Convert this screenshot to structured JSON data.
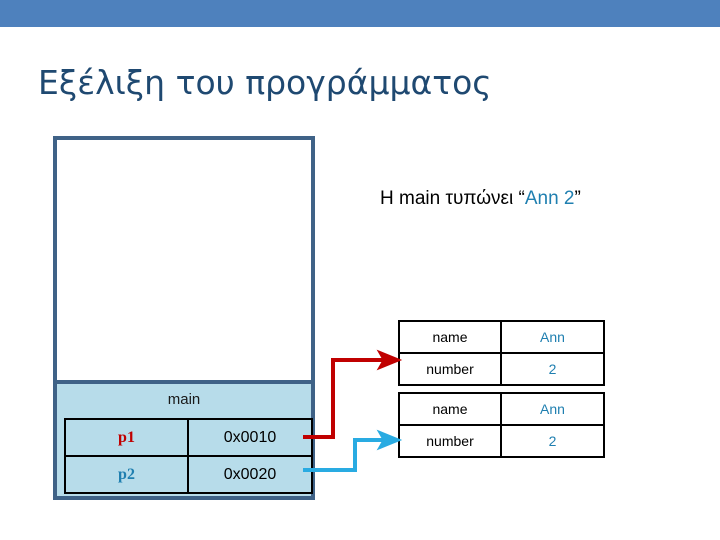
{
  "slide": {
    "title": "Εξέλιξη του προγράμματος",
    "caption_prefix": "Η main τυπώνει “",
    "caption_highlight": "Ann 2",
    "caption_suffix": "”",
    "banner_color": "#4e81bd",
    "title_color": "#1f4971",
    "highlight_color": "#1f7fb0"
  },
  "stack": {
    "frame_label": "main",
    "frame_fill": "#b7dcea",
    "frame_border": "#3f6287",
    "variables": [
      {
        "name": "p1",
        "value": "0x0010",
        "color": "#c00000"
      },
      {
        "name": "p2",
        "value": "0x0020",
        "color": "#1f7fb0"
      }
    ]
  },
  "heap": {
    "objects": [
      {
        "id": "heap-object-1",
        "fields": [
          {
            "key": "name",
            "value": "Ann"
          },
          {
            "key": "number",
            "value": "2"
          }
        ]
      },
      {
        "id": "heap-object-2",
        "fields": [
          {
            "key": "name",
            "value": "Ann"
          },
          {
            "key": "number",
            "value": "2"
          }
        ]
      }
    ]
  },
  "arrows": [
    {
      "name": "pointer-arrow-p1",
      "color": "#c00000",
      "from": "p1",
      "to": "heap-object-1"
    },
    {
      "name": "pointer-arrow-p2",
      "color": "#29abe2",
      "from": "p2",
      "to": "heap-object-2"
    }
  ]
}
